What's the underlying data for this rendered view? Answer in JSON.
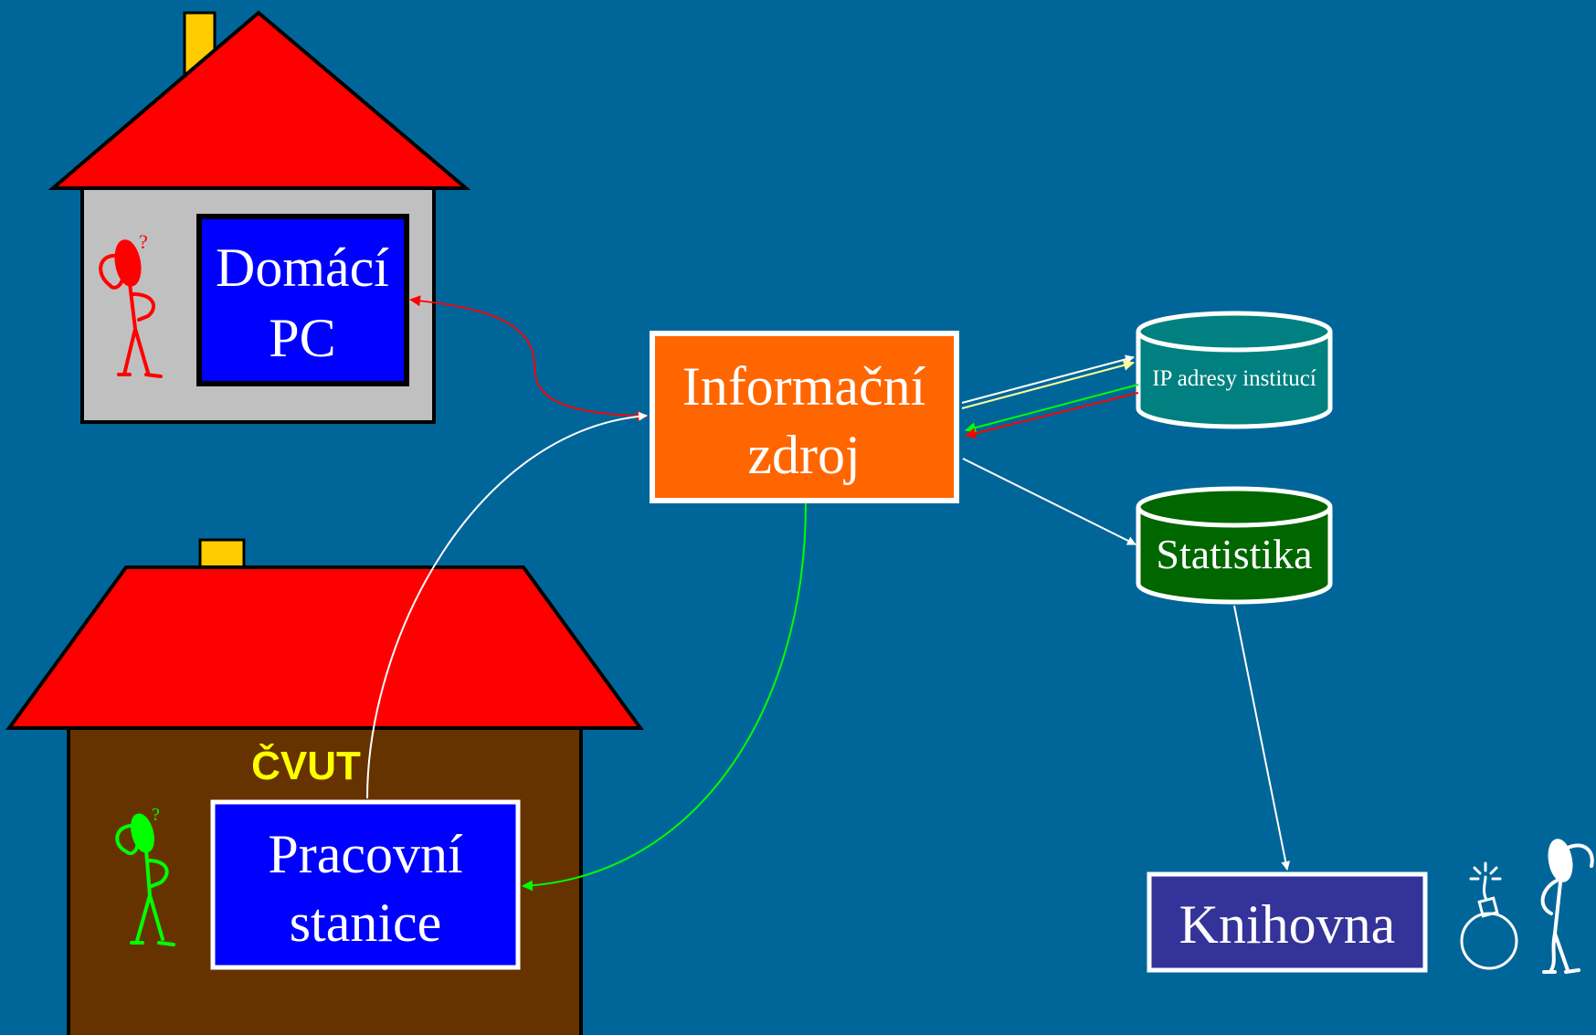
{
  "colors": {
    "background": "#006699",
    "roof": "#ff0000",
    "chimney": "#ffcc00",
    "home_wall": "#c0c0c0",
    "work_wall": "#663300",
    "pc_box": "#0000ff",
    "source_box": "#ff6600",
    "ip_db": "#008080",
    "stats_db": "#006600",
    "library_box": "#333399",
    "cvut_label": "#ffff00",
    "red_figure": "#ff0000",
    "green_figure": "#00ff00",
    "white_figure": "#ffffff",
    "arrow_red": "#ff0000",
    "arrow_green": "#00ff00",
    "arrow_white": "#ffffff",
    "arrow_yellow": "#ffff99"
  },
  "nodes": {
    "home_pc": {
      "line1": "Domácí",
      "line2": "PC"
    },
    "workstation": {
      "line1": "Pracovní",
      "line2": "stanice"
    },
    "source": {
      "line1": "Informační",
      "line2": "zdroj"
    },
    "ip_db": {
      "label": "IP adresy institucí"
    },
    "stats_db": {
      "label": "Statistika"
    },
    "library": {
      "label": "Knihovna"
    }
  },
  "cvut_label": "ČVUT",
  "icons": {
    "red_figure": "confused-person-icon",
    "green_figure": "confused-person-icon",
    "white_figure": "thinking-person-icon",
    "bomb": "bomb-icon"
  },
  "edges": [
    {
      "from": "source",
      "to": "home_pc",
      "color": "red",
      "style": "curved, both directions"
    },
    {
      "from": "workstation",
      "to": "source",
      "color": "white"
    },
    {
      "from": "source",
      "to": "workstation",
      "color": "green"
    },
    {
      "from": "source",
      "to": "ip_db",
      "color": "white/yellow"
    },
    {
      "from": "ip_db",
      "to": "source",
      "color": "green/red"
    },
    {
      "from": "source",
      "to": "stats_db",
      "color": "white"
    },
    {
      "from": "stats_db",
      "to": "library",
      "color": "white"
    }
  ]
}
